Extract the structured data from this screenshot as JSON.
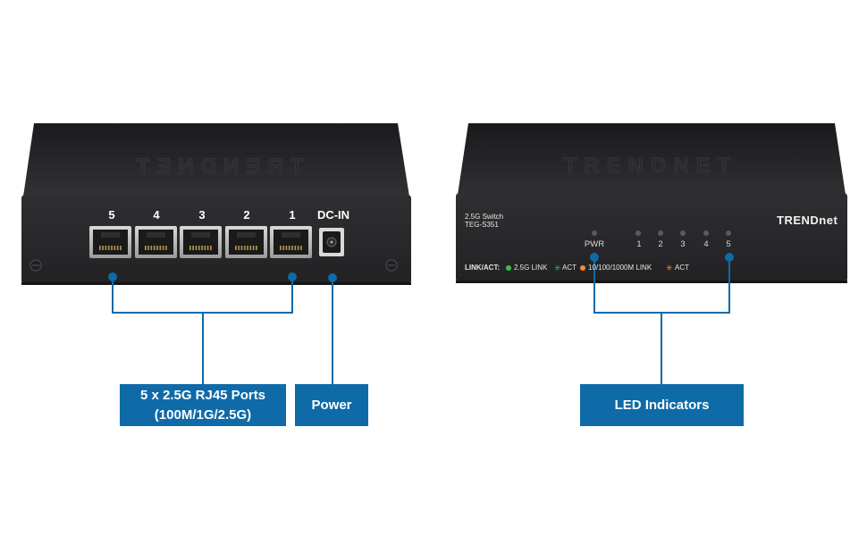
{
  "rear_view": {
    "port_numbers": [
      "5",
      "4",
      "3",
      "2",
      "1"
    ],
    "dc_in_label": "DC-IN",
    "embossed_logo": "TRENDNET"
  },
  "front_view": {
    "model_line1": "2.5G Switch",
    "model_line2": "TEG-S351",
    "brand_logo": "TRENDnet",
    "embossed_logo": "TRENDNET",
    "pwr_label": "PWR",
    "led_numbers": [
      "1",
      "2",
      "3",
      "4",
      "5"
    ],
    "legend": {
      "prefix": "LINK/ACT:",
      "item1": "2.5G LINK",
      "item2": "ACT",
      "item3": "10/100/1000M LINK",
      "item4": "ACT",
      "color_green": "#3fbf4a",
      "color_orange": "#ff8a2a"
    }
  },
  "callouts": {
    "ports": "5 x 2.5G RJ45 Ports\n(100M/1G/2.5G)",
    "power": "Power",
    "leds": "LED Indicators"
  },
  "colors": {
    "accent": "#0f6aa8",
    "device_body": "#2a2a2c"
  }
}
